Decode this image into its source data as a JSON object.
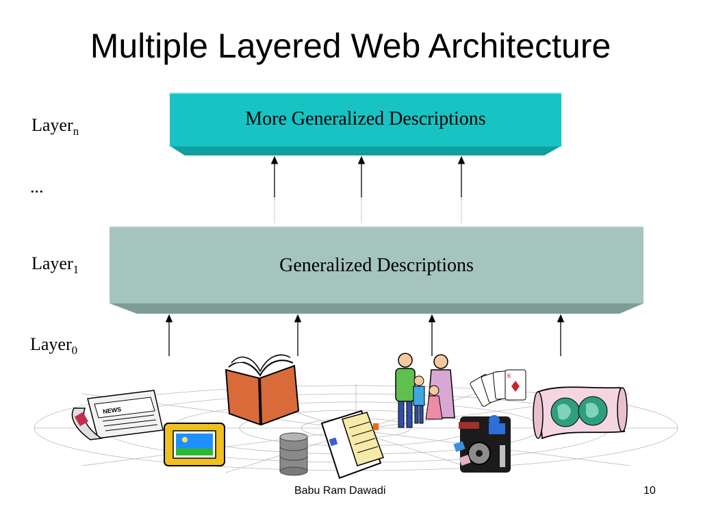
{
  "slide": {
    "title": "Multiple Layered Web Architecture",
    "footer_author": "Babu Ram Dawadi",
    "footer_page": "10"
  },
  "layers": {
    "n": {
      "base": "Layer",
      "sub": "n"
    },
    "ellipsis": "...",
    "one": {
      "base": "Layer",
      "sub": "1"
    },
    "zero": {
      "base": "Layer",
      "sub": "0"
    }
  },
  "boxes": {
    "top": {
      "label": "More Generalized Descriptions",
      "color": "#17c3c3"
    },
    "middle": {
      "label": "Generalized Descriptions",
      "color": "#a6c4be"
    }
  },
  "resources": [
    {
      "icon": "newspaper-icon"
    },
    {
      "icon": "framed-picture-icon"
    },
    {
      "icon": "open-book-icon"
    },
    {
      "icon": "database-icon"
    },
    {
      "icon": "notebook-icon"
    },
    {
      "icon": "family-icon"
    },
    {
      "icon": "film-projector-icon"
    },
    {
      "icon": "playing-cards-icon"
    },
    {
      "icon": "world-map-icon"
    }
  ]
}
